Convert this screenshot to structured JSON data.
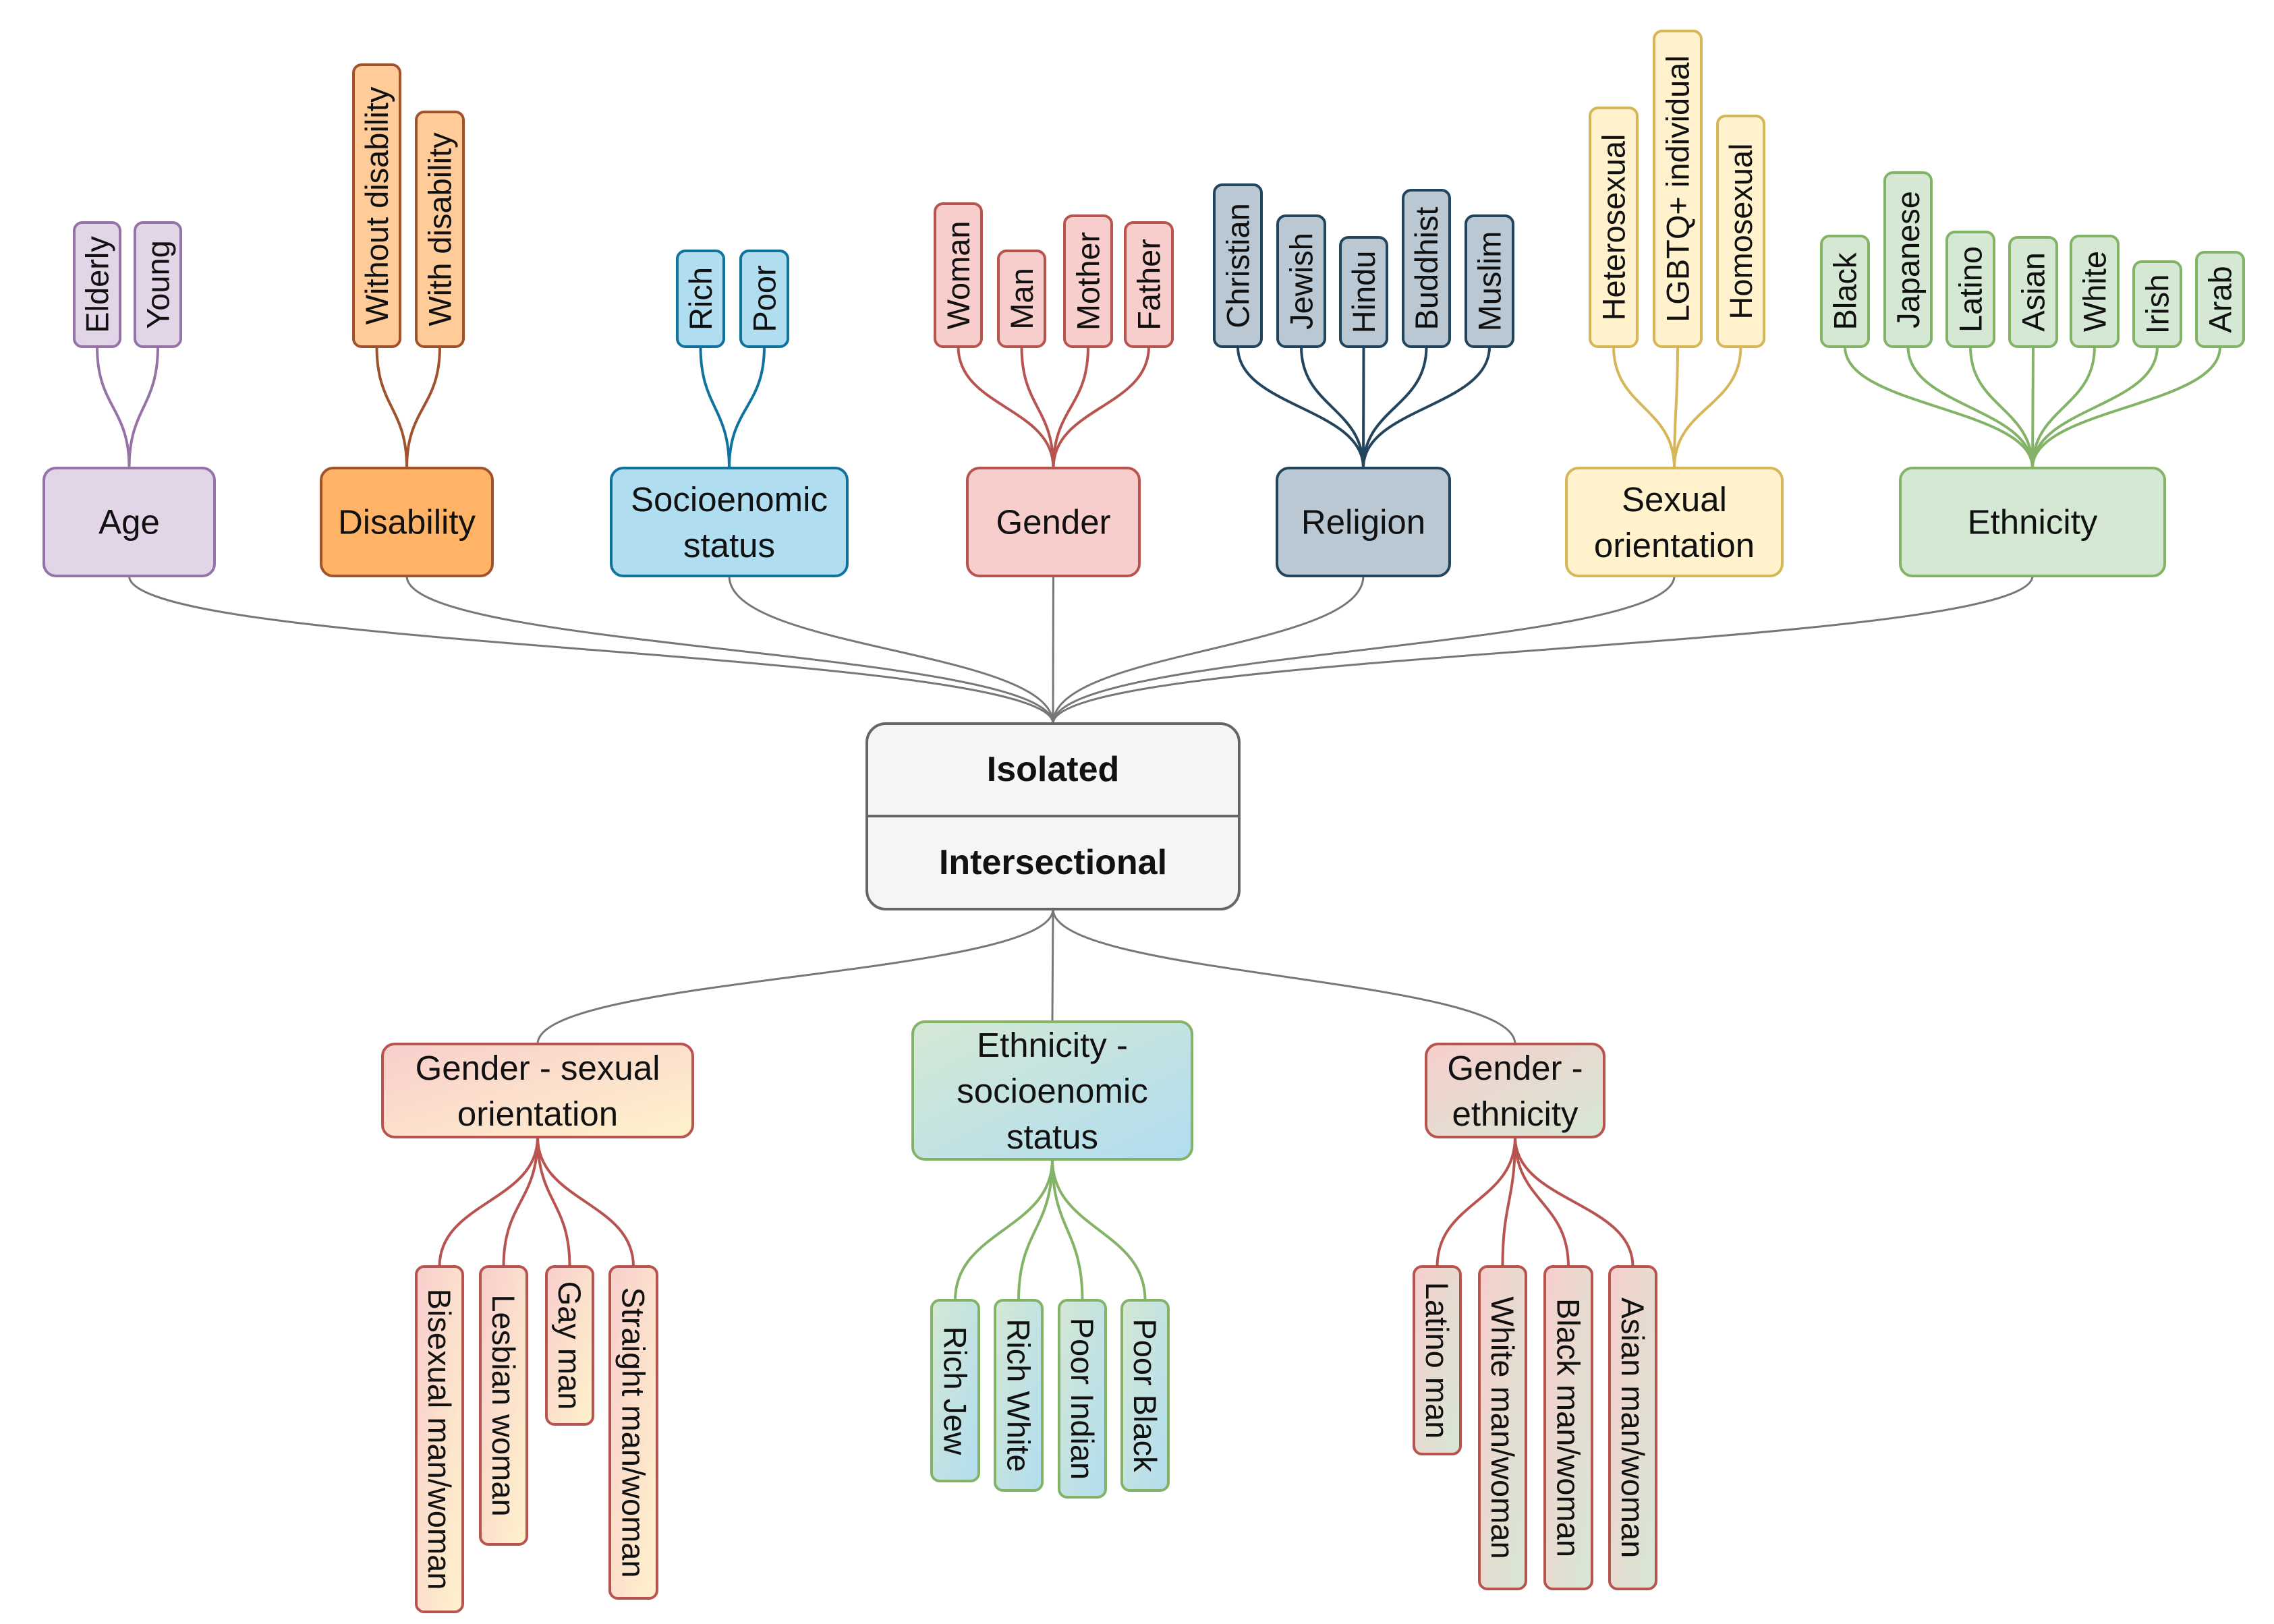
{
  "center": {
    "top_label": "Isolated",
    "bottom_label": "Intersectional"
  },
  "isolated_categories": [
    {
      "label": "Age",
      "color": "#9673a6",
      "fill": "#e1d5e7",
      "items": [
        "Elderly",
        "Young"
      ]
    },
    {
      "label": "Disability",
      "color": "#a0522d",
      "fill": "#ffb366",
      "leaf_fill": "#ffcc99",
      "items": [
        "Without disability",
        "With disability"
      ]
    },
    {
      "label": "Socioenomic status",
      "color": "#10739e",
      "fill": "#b1ddf0",
      "items": [
        "Rich",
        "Poor"
      ]
    },
    {
      "label": "Gender",
      "color": "#b85450",
      "fill": "#f8cecc",
      "items": [
        "Woman",
        "Man",
        "Mother",
        "Father"
      ]
    },
    {
      "label": "Religion",
      "color": "#23445d",
      "fill": "#bac8d3",
      "items": [
        "Christian",
        "Jewish",
        "Hindu",
        "Buddhist",
        "Muslim"
      ]
    },
    {
      "label": "Sexual orientation",
      "color": "#d6b656",
      "fill": "#fff2cc",
      "items": [
        "Heterosexual",
        "LGBTQ+ individual",
        "Homosexual"
      ]
    },
    {
      "label": "Ethnicity",
      "color": "#82b366",
      "fill": "#d5e8d4",
      "items": [
        "Black",
        "Japanese",
        "Latino",
        "Asian",
        "White",
        "Irish",
        "Arab"
      ]
    }
  ],
  "intersectional_categories": [
    {
      "label": "Gender - sexual orientation",
      "color": "#b85450",
      "gradient": [
        "#f8cecc",
        "#fff2cc"
      ],
      "items": [
        "Bisexual man/woman",
        "Lesbian woman",
        "Gay man",
        "Straight man/woman"
      ]
    },
    {
      "label": "Ethnicity - socioenomic status",
      "color": "#82b366",
      "gradient": [
        "#d5e8d4",
        "#b1ddf0"
      ],
      "items": [
        "Rich Jew",
        "Rich White",
        "Poor Indian",
        "Poor Black"
      ]
    },
    {
      "label": "Gender - ethnicity",
      "color": "#b85450",
      "gradient": [
        "#f8cecc",
        "#d5e8d4"
      ],
      "items": [
        "Latino man",
        "White man/woman",
        "Black man/woman",
        "Asian man/woman"
      ]
    }
  ],
  "colors": {
    "connector": "#777777",
    "center_fill": "#f5f5f5",
    "center_stroke": "#666666"
  }
}
